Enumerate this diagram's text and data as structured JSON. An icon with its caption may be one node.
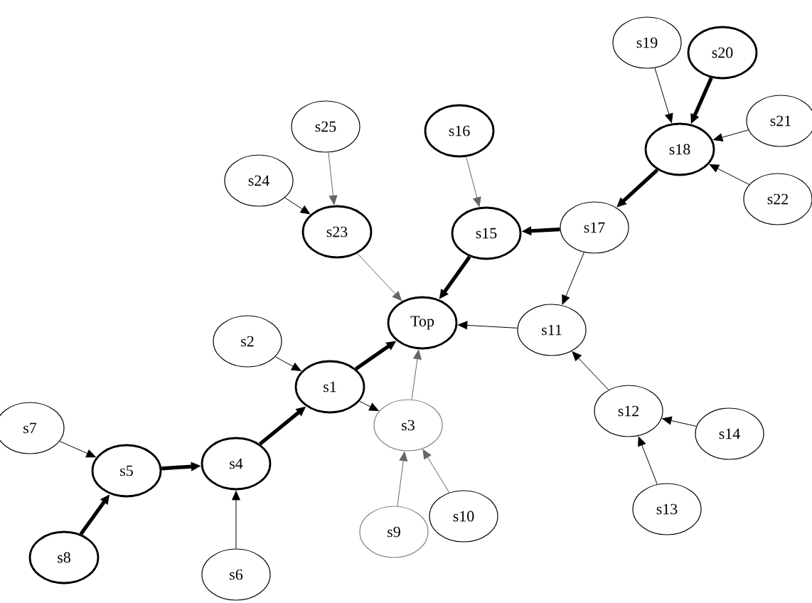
{
  "diagram": {
    "nodes": [
      {
        "text": [
          "Top"
        ]
      },
      {
        "text": [
          "s1"
        ]
      },
      {
        "text": [
          "s2"
        ]
      },
      {
        "text": [
          "s3"
        ]
      },
      {
        "text": [
          "s4"
        ]
      },
      {
        "text": [
          "s5"
        ]
      },
      {
        "text": [
          "s6"
        ]
      },
      {
        "text": [
          "s7"
        ]
      },
      {
        "text": [
          "s8"
        ]
      },
      {
        "text": [
          "s9"
        ]
      },
      {
        "text": [
          "s10"
        ]
      },
      {
        "text": [
          "s11"
        ]
      },
      {
        "text": [
          "s12"
        ]
      },
      {
        "text": [
          "s13"
        ]
      },
      {
        "text": [
          "s14"
        ]
      },
      {
        "text": [
          "s15"
        ]
      },
      {
        "text": [
          "s16"
        ]
      },
      {
        "text": [
          "s17"
        ]
      },
      {
        "text": [
          "s18"
        ]
      },
      {
        "text": [
          "s19"
        ]
      },
      {
        "text": [
          "s20"
        ]
      },
      {
        "text": [
          "s21"
        ]
      },
      {
        "text": [
          "s22"
        ]
      },
      {
        "text": [
          "s23"
        ]
      },
      {
        "text": [
          "s24"
        ]
      },
      {
        "text": [
          "s25"
        ]
      }
    ],
    "edges": [
      {
        "from": 1,
        "to": 0,
        "arrow": "to",
        "style": "thick"
      },
      {
        "from": 2,
        "to": 1,
        "arrow": "to"
      },
      {
        "from": 1,
        "to": 3,
        "arrow": "to"
      },
      {
        "from": 3,
        "to": 0,
        "arrow": "to",
        "color": "#666666"
      },
      {
        "from": 4,
        "to": 1,
        "arrow": "to",
        "style": "thick"
      },
      {
        "from": 5,
        "to": 4,
        "arrow": "to",
        "style": "thick"
      },
      {
        "from": 7,
        "to": 5,
        "arrow": "to"
      },
      {
        "from": 8,
        "to": 5,
        "arrow": "to",
        "style": "thick"
      },
      {
        "from": 6,
        "to": 4,
        "arrow": "to"
      },
      {
        "from": 9,
        "to": 3,
        "arrow": "to",
        "color": "#666666"
      },
      {
        "from": 10,
        "to": 3,
        "arrow": "to",
        "color": "#666666"
      },
      {
        "from": 11,
        "to": 0,
        "arrow": "to"
      },
      {
        "from": 12,
        "to": 11,
        "arrow": "to"
      },
      {
        "from": 13,
        "to": 12,
        "arrow": "to"
      },
      {
        "from": 14,
        "to": 12,
        "arrow": "to"
      },
      {
        "from": 17,
        "to": 11,
        "arrow": "to"
      },
      {
        "from": 15,
        "to": 0,
        "arrow": "to",
        "style": "thick"
      },
      {
        "from": 17,
        "to": 15,
        "arrow": "to",
        "style": "thick"
      },
      {
        "from": 16,
        "to": 15,
        "arrow": "to",
        "color": "#666666"
      },
      {
        "from": 18,
        "to": 17,
        "arrow": "to",
        "style": "thick"
      },
      {
        "from": 19,
        "to": 18,
        "arrow": "to"
      },
      {
        "from": 20,
        "to": 18,
        "arrow": "to",
        "style": "thick"
      },
      {
        "from": 21,
        "to": 18,
        "arrow": "to"
      },
      {
        "from": 22,
        "to": 18,
        "arrow": "to"
      },
      {
        "from": 23,
        "to": 0,
        "arrow": "to",
        "color": "#666666"
      },
      {
        "from": 24,
        "to": 23,
        "arrow": "to"
      },
      {
        "from": 25,
        "to": 23,
        "arrow": "to",
        "color": "#666666"
      }
    ]
  }
}
